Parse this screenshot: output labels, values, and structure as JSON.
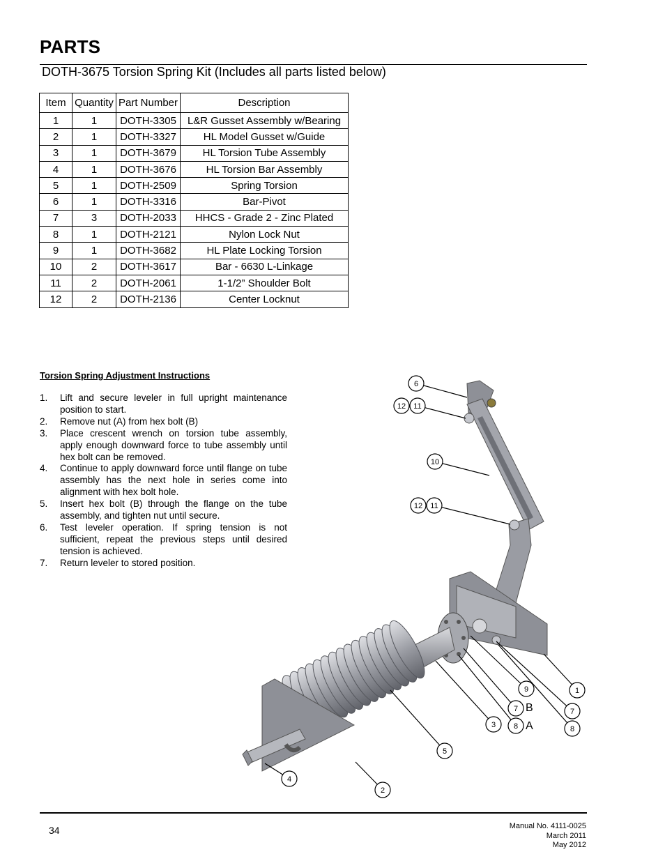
{
  "page": {
    "heading": "PARTS",
    "subtitle": "DOTH-3675 Torsion Spring Kit (Includes all parts listed below)"
  },
  "parts_table": {
    "headers": [
      "Item",
      "Quantity",
      "Part Number",
      "Description"
    ],
    "rows": [
      [
        "1",
        "1",
        "DOTH-3305",
        "L&R Gusset Assembly w/Bearing"
      ],
      [
        "2",
        "1",
        "DOTH-3327",
        "HL Model Gusset w/Guide"
      ],
      [
        "3",
        "1",
        "DOTH-3679",
        "HL Torsion Tube Assembly"
      ],
      [
        "4",
        "1",
        "DOTH-3676",
        "HL Torsion Bar Assembly"
      ],
      [
        "5",
        "1",
        "DOTH-2509",
        "Spring Torsion"
      ],
      [
        "6",
        "1",
        "DOTH-3316",
        "Bar-Pivot"
      ],
      [
        "7",
        "3",
        "DOTH-2033",
        "HHCS - Grade 2 - Zinc Plated"
      ],
      [
        "8",
        "1",
        "DOTH-2121",
        "Nylon Lock Nut"
      ],
      [
        "9",
        "1",
        "DOTH-3682",
        "HL Plate Locking Torsion"
      ],
      [
        "10",
        "2",
        "DOTH-3617",
        "Bar - 6630 L-Linkage"
      ],
      [
        "11",
        "2",
        "DOTH-2061",
        "1-1/2” Shoulder Bolt"
      ],
      [
        "12",
        "2",
        "DOTH-2136",
        "Center Locknut"
      ]
    ]
  },
  "instructions": {
    "title": "Torsion Spring Adjustment Instructions",
    "steps": [
      {
        "num": "1.",
        "text": "Lift and secure leveler in full upright maintenance position to start."
      },
      {
        "num": "2.",
        "text": "Remove nut (A) from hex bolt (B)"
      },
      {
        "num": "3.",
        "text": "Place crescent wrench on torsion tube assembly, apply enough downward force to tube assembly until hex bolt can be removed."
      },
      {
        "num": "4.",
        "text": "Continue to apply downward force until flange on tube assembly has the next hole in series come into alignment with hex bolt hole."
      },
      {
        "num": "5.",
        "text": "Insert hex bolt (B) through the flange on the tube assembly, and tighten nut until secure."
      },
      {
        "num": "6.",
        "text": "Test leveler operation. If spring tension is not sufficient, repeat the previous steps until desired tension is achieved."
      },
      {
        "num": "7.",
        "text": "Return leveler to stored position."
      }
    ]
  },
  "diagram": {
    "callouts": [
      "6",
      "12",
      "11",
      "10",
      "12",
      "11",
      "1",
      "9",
      "7",
      "7",
      "3",
      "8",
      "8",
      "5",
      "4",
      "2"
    ],
    "letters": [
      "B",
      "A"
    ],
    "colors": {
      "metal": "#9a9ca3",
      "metal_dark": "#6e7077",
      "metal_light": "#c4c6cc"
    }
  },
  "footer": {
    "page_number": "34",
    "manual_lines": [
      "Manual No. 4111-0025",
      "March 2011",
      "May 2012"
    ]
  }
}
